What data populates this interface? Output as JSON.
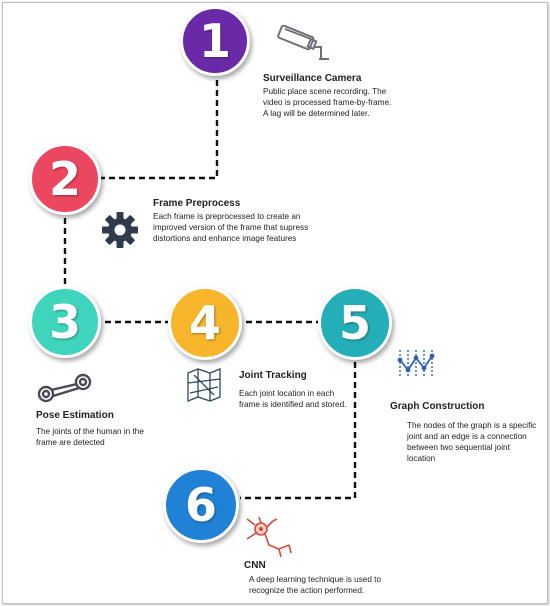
{
  "colors": {
    "step1": "#6a2aa8",
    "step2": "#ec4760",
    "step3": "#3fd5bd",
    "step4": "#f7b52c",
    "step5": "#23aeb8",
    "step6": "#1f82d6",
    "connector": "#111111"
  },
  "steps": [
    {
      "number": "1",
      "title": "Surveillance Camera",
      "description": "Public place scene recording. The video is processed frame-by-frame. A lag will be determined later.",
      "icon": "cctv-camera-icon"
    },
    {
      "number": "2",
      "title": "Frame Preprocess",
      "description": "Each frame is preprocessed to create an improved version of the frame that supress distortions and enhance image features",
      "icon": "gear-icon"
    },
    {
      "number": "3",
      "title": "Pose Estimation",
      "description": "The joints of the human in the frame are detected",
      "icon": "steam-joint-icon"
    },
    {
      "number": "4",
      "title": "Joint Tracking",
      "description": "Each joint location in each frame is identified and stored.",
      "icon": "map-icon"
    },
    {
      "number": "5",
      "title": "Graph Construction",
      "description": "The nodes of the graph is a specific joint and an edge is a connection between two sequential joint location",
      "icon": "graph-chart-icon"
    },
    {
      "number": "6",
      "title": "CNN",
      "description": "A deep learning technique is used to recognize the action performed.",
      "icon": "neuron-icon"
    }
  ]
}
